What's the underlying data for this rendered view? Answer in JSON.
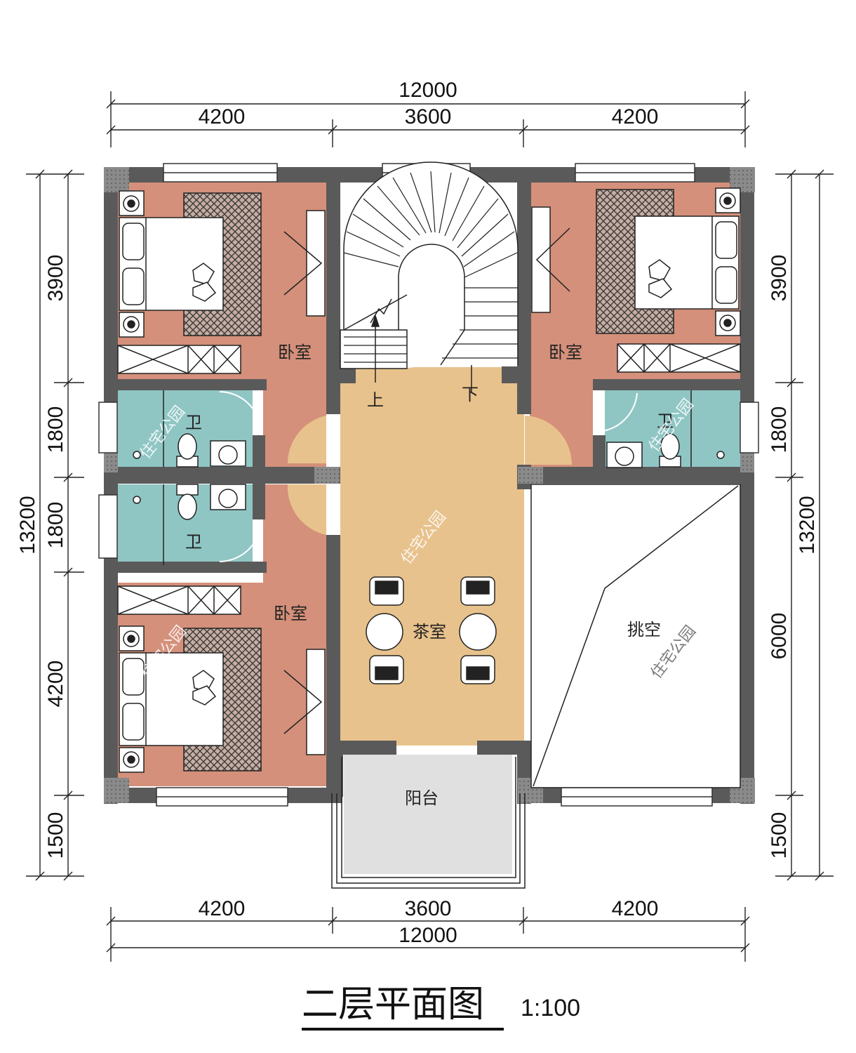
{
  "dimensions": {
    "top_total": "12000",
    "top_left": "4200",
    "top_mid": "3600",
    "top_right": "4200",
    "bottom_left": "4200",
    "bottom_mid": "3600",
    "bottom_right": "4200",
    "bottom_total": "12000",
    "left_1": "3900",
    "left_2": "1800",
    "left_3": "1800",
    "left_4": "4200",
    "left_5": "1500",
    "left_total": "13200",
    "right_1": "3900",
    "right_2": "1800",
    "right_3": "6000",
    "right_4": "1500",
    "right_total": "13200"
  },
  "rooms": {
    "bedroom_top_left": "卧室",
    "bedroom_top_right": "卧室",
    "bedroom_bottom_left": "卧室",
    "bath_upper_left": "卫",
    "bath_lower_left": "卫",
    "bath_right": "卫",
    "tea_room": "茶室",
    "void": "挑空",
    "balcony": "阳台",
    "stair_up": "上",
    "stair_down": "下"
  },
  "watermark": "住宅公园",
  "title": "二层平面图",
  "scale": "1:100",
  "colors": {
    "bedroom": "#d4907a",
    "bath": "#8fc6c4",
    "tea": "#e8c28c",
    "balcony": "#e0e0e0",
    "wall": "#5a5a5a"
  }
}
